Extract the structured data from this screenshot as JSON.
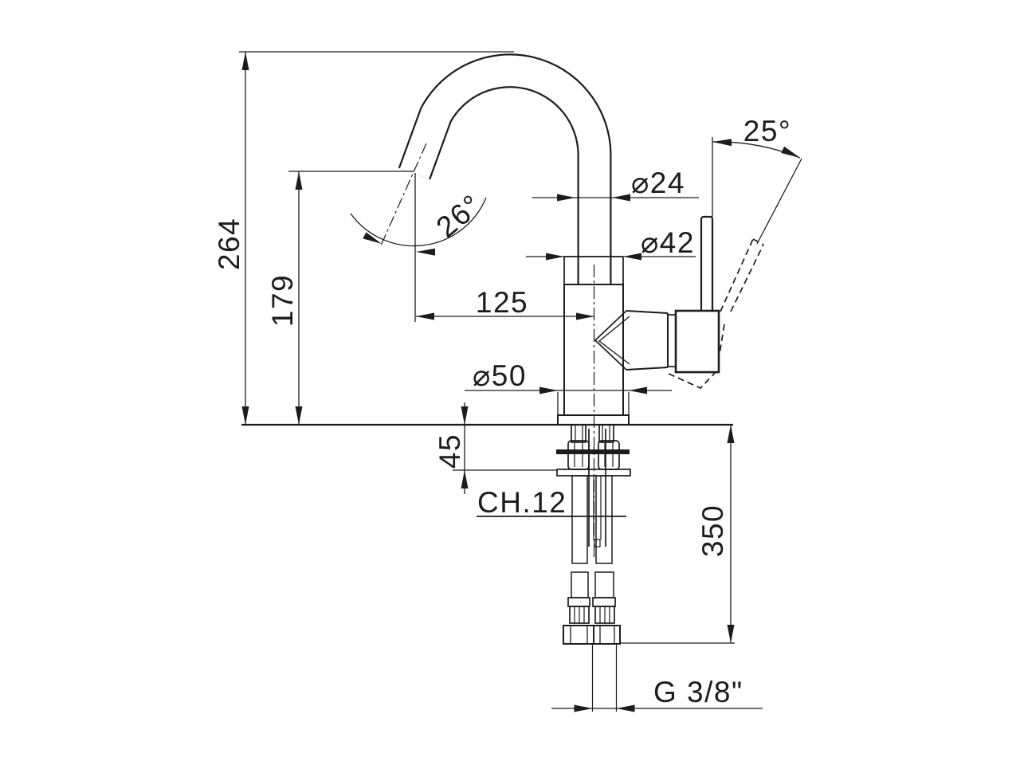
{
  "page": {
    "background_color": "#ffffff",
    "line_color": "#1c1c1c"
  },
  "drawing": {
    "subject": "single-lever basin mixer tap, front elevation with flexible supply hoses",
    "labels": {
      "overall_height": "264",
      "spout_outlet_height": "179",
      "spout_angle": "26°",
      "spout_tube_diameter": "⌀24",
      "body_diameter": "⌀42",
      "lever_swing_angle": "25°",
      "spout_reach": "125",
      "base_diameter": "⌀50",
      "mounting_depth": "45",
      "wrench_size": "CH.12",
      "hose_length": "350",
      "thread_size": "G 3/8\""
    }
  }
}
